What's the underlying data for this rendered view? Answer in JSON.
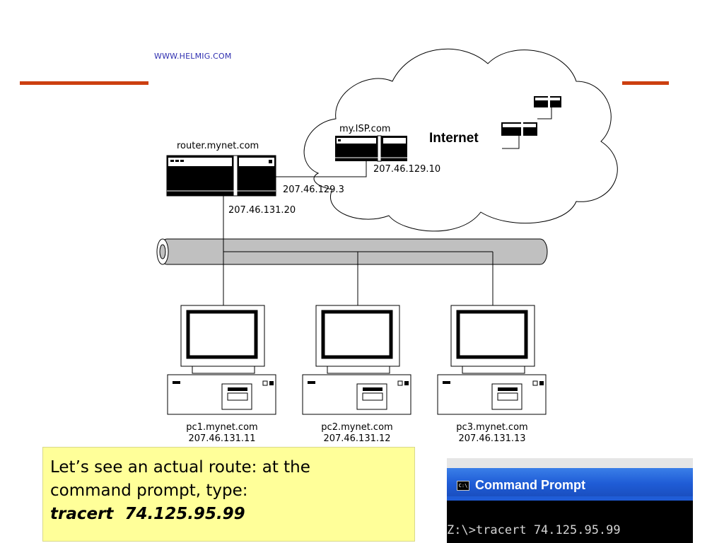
{
  "watermark": "WWW.HELMIG.COM",
  "cloud": {
    "label": "Internet"
  },
  "router": {
    "name": "router.mynet.com",
    "ip_wan": "207.46.129.3",
    "ip_lan": "207.46.131.20"
  },
  "isp": {
    "name": "my.ISP.com",
    "ip": "207.46.129.10"
  },
  "pcs": [
    {
      "name": "pc1.mynet.com",
      "ip": "207.46.131.11"
    },
    {
      "name": "pc2.mynet.com",
      "ip": "207.46.131.12"
    },
    {
      "name": "pc3.mynet.com",
      "ip": "207.46.131.13"
    }
  ],
  "note": {
    "line1": "Let’s see an actual  route:  at the",
    "line2": "command prompt, type:",
    "command": "tracert  74.125.95.99"
  },
  "command_prompt": {
    "icon_text": "C:\\",
    "title": "Command Prompt",
    "line": "Z:\\>tracert 74.125.95.99"
  },
  "colors": {
    "accent_bar": "#cc3f10",
    "note_bg": "#ffff99",
    "titlebar": "#1f5cd6",
    "watermark": "#2f2fb0"
  }
}
